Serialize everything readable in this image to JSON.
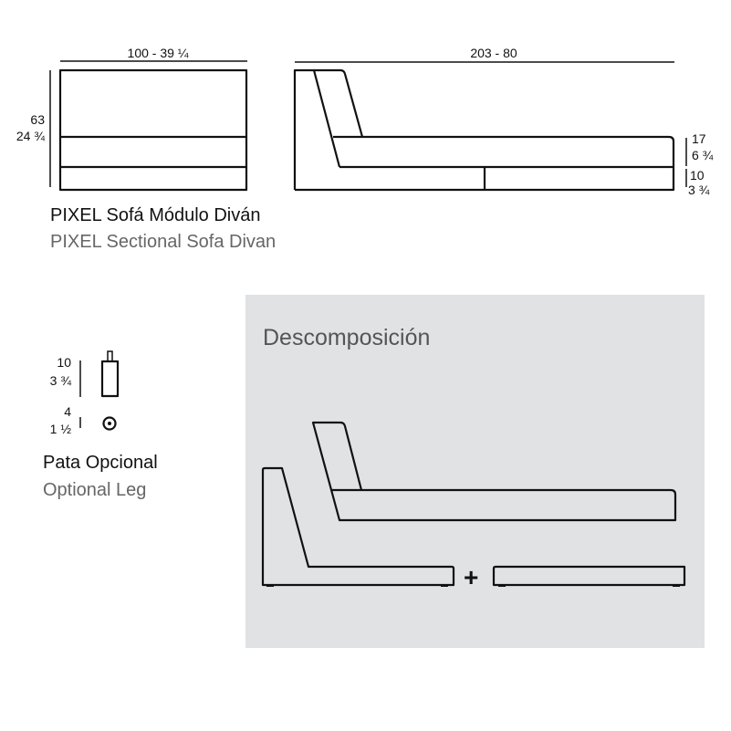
{
  "front_view": {
    "width_label": "100 - 39 ¼",
    "height_cm": "63",
    "height_in": "24 ¾"
  },
  "side_view": {
    "length_label": "203 - 80",
    "seat_cm": "17",
    "seat_in": "6 ¾",
    "base_cm": "10",
    "base_in": "3 ¾"
  },
  "product": {
    "title_es": "PIXEL Sofá Módulo Diván",
    "title_en": "PIXEL Sectional Sofa Divan"
  },
  "leg": {
    "height_cm": "10",
    "height_in": "3 ¾",
    "diameter_cm": "4",
    "diameter_in": "1 ½",
    "title_es": "Pata Opcional",
    "title_en": "Optional Leg"
  },
  "decomposition": {
    "title": "Descomposición",
    "plus": "+",
    "background": "#e1e2e4"
  }
}
